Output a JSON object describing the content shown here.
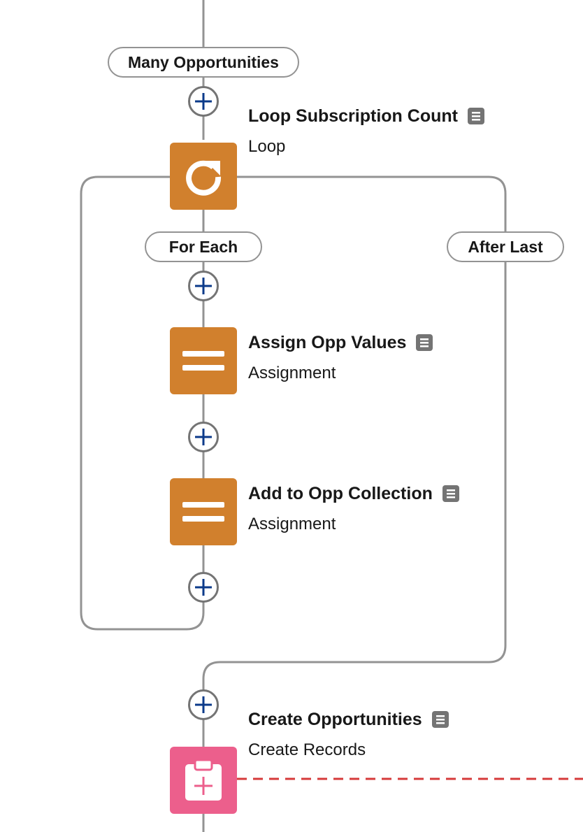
{
  "colors": {
    "connector": "#939393",
    "add_button_plus": "#0b3a8a",
    "loop_node": "#d1802d",
    "assignment_node": "#d1802d",
    "create_records_node": "#ec5f8c",
    "fault_path": "#d63a3a"
  },
  "path_labels": {
    "many_opportunities": "Many Opportunities",
    "for_each": "For Each",
    "after_last": "After Last"
  },
  "nodes": {
    "loop": {
      "title": "Loop Subscription Count",
      "type": "Loop",
      "icon": "loop-icon"
    },
    "assign_opp_values": {
      "title": "Assign Opp Values",
      "type": "Assignment",
      "icon": "equals-icon"
    },
    "add_to_opp_collection": {
      "title": "Add to Opp Collection",
      "type": "Assignment",
      "icon": "equals-icon"
    },
    "create_opportunities": {
      "title": "Create Opportunities",
      "type": "Create Records",
      "icon": "clipboard-plus-icon"
    }
  }
}
